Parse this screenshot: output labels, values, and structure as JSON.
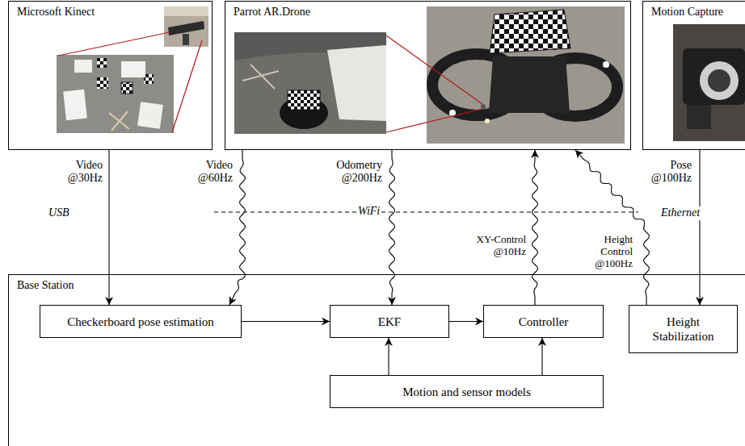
{
  "diagram": {
    "nodes": [
      {
        "text": [
          "Microsoft Kinect"
        ]
      },
      {
        "text": [
          "Parrot AR.Drone"
        ]
      },
      {
        "text": [
          "Motion Capture"
        ]
      },
      {
        "text": [
          "Base Station"
        ]
      },
      {
        "text": [
          "Checkerboard pose estimation"
        ],
        "in": 3
      },
      {
        "text": [
          "EKF"
        ],
        "in": 3
      },
      {
        "text": [
          "Controller"
        ],
        "in": 3
      },
      {
        "text": [
          "Height Stabilization"
        ],
        "in": 3
      },
      {
        "text": [
          "Motion and sensor models"
        ],
        "in": 3
      }
    ],
    "edges": [
      {
        "from": 0,
        "to": 4,
        "arrow": "to",
        "label": "Video @30Hz"
      },
      {
        "from": 1,
        "to": 4,
        "arrow": "to",
        "label": "Video @60Hz"
      },
      {
        "from": 1,
        "to": 5,
        "arrow": "to",
        "label": "Odometry @200Hz"
      },
      {
        "from": 6,
        "to": 1,
        "arrow": "to",
        "label": "XY-Control @10Hz"
      },
      {
        "from": 7,
        "to": 1,
        "arrow": "to",
        "label": "Height Control @100Hz"
      },
      {
        "from": 2,
        "to": 7,
        "arrow": "to",
        "label": "Pose @100Hz"
      },
      {
        "from": 4,
        "to": 5,
        "arrow": "to"
      },
      {
        "from": 5,
        "to": 6,
        "arrow": "to"
      },
      {
        "from": 8,
        "to": 5,
        "arrow": "to"
      },
      {
        "from": 8,
        "to": 6,
        "arrow": "to"
      }
    ],
    "labels": [
      "USB",
      "WiFi",
      "Ethernet"
    ]
  }
}
